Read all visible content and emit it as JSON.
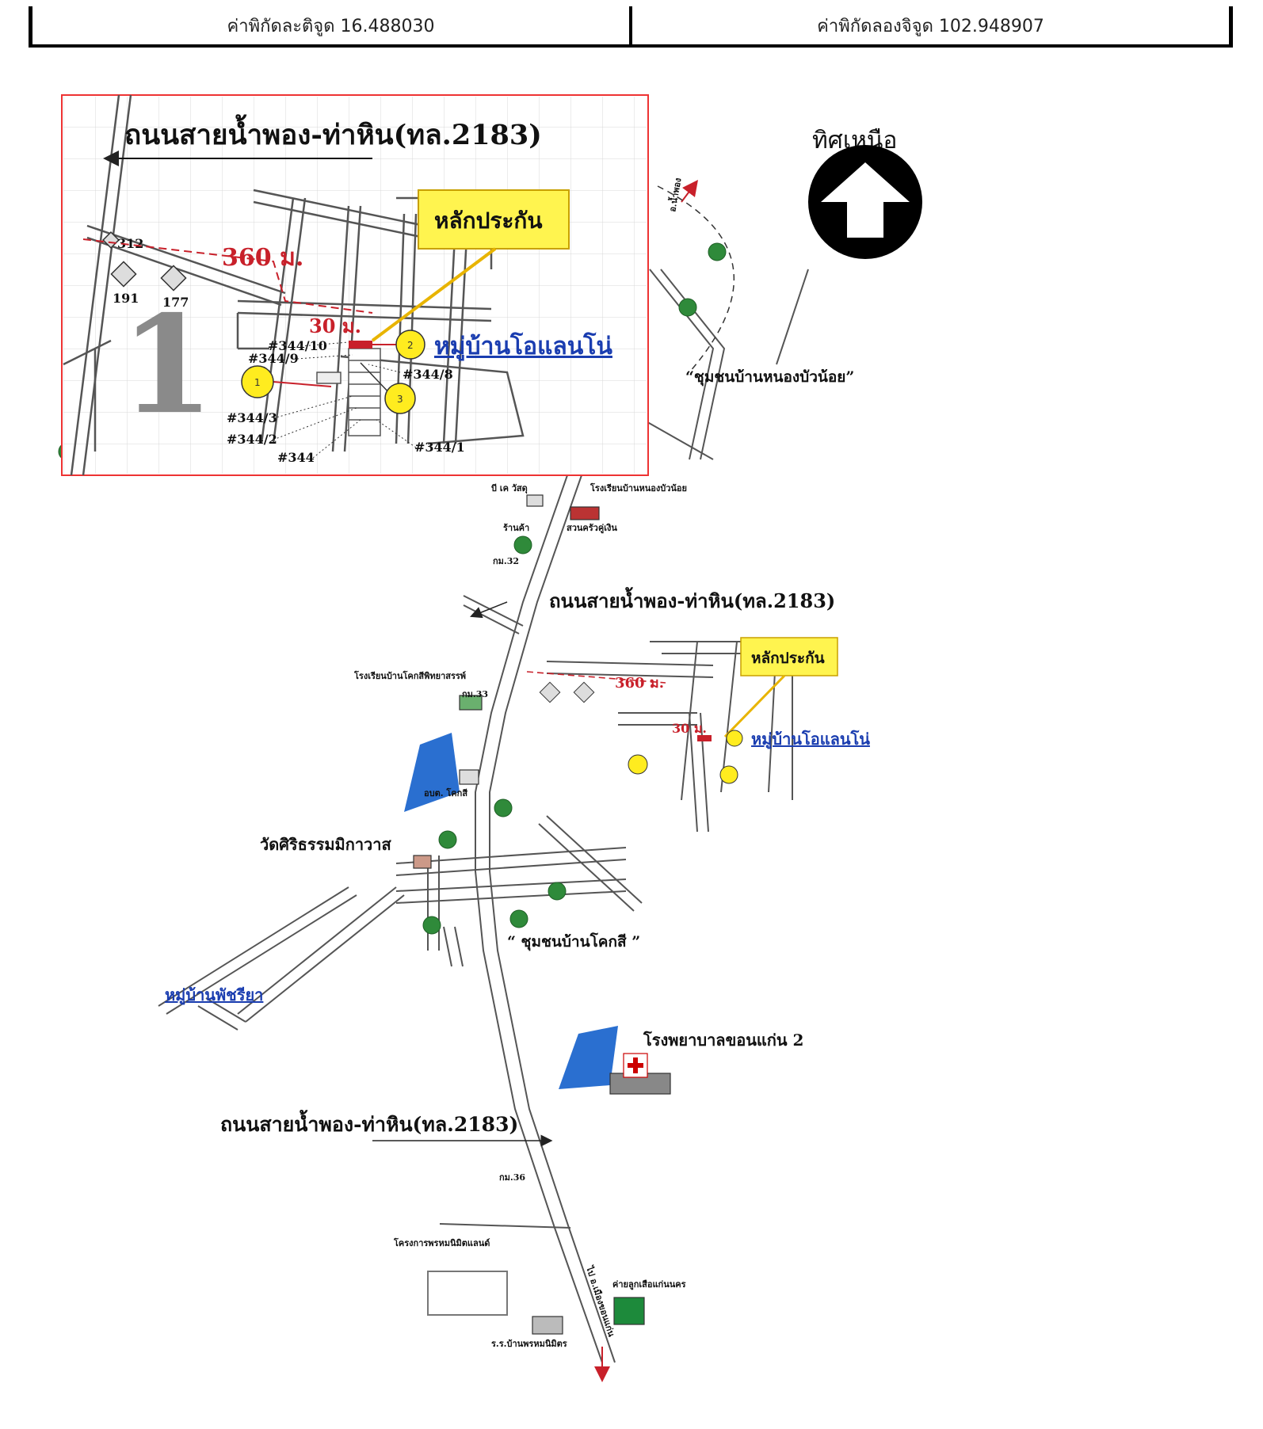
{
  "header": {
    "latitude": "ค่าพิกัดละติจูด 16.488030",
    "longitude": "ค่าพิกัดลองจิจูด 102.948907"
  },
  "north": {
    "label": "ทิศเหนือ"
  },
  "inset": {
    "road_title": "ถนนสายน้ำพอง-ท่าหิน(ทล.2183)",
    "marker_label": "หลักประกัน",
    "distance_360": "360 ม.",
    "distance_30": "30 ม.",
    "village": "หมู่บ้านโอแลนโน่",
    "big_number": "1",
    "parcels": [
      "312",
      "191",
      "177",
      "#344/10",
      "#344/9",
      "#344/8",
      "#344/3",
      "#344/2",
      "#344",
      "#344/1"
    ],
    "points": [
      "1",
      "2",
      "3"
    ]
  },
  "map": {
    "community_north": "“ชุมชนบ้านหนองบัวน้อย”",
    "bk_material": "บี เค วัสดุ",
    "school_nongbua": "โรงเรียนบ้านหนองบัวน้อย",
    "shop": "ร้านค้า",
    "garden": "สวนครัวคู่เงิน",
    "km32": "กม.32",
    "road_mid": "ถนนสายน้ำพอง-ท่าหิน(ทล.2183)",
    "school_khoksi": "โรงเรียนบ้านโคกสีพิทยาสรรพ์",
    "km33": "กม.33",
    "marker_label_2": "หลักประกัน",
    "distance_360_2": "360 ม.",
    "distance_30_2": "30 ม.",
    "village_2": "หมู่บ้านโอแลนโน่",
    "tambon_office": "อบต. โคกสี",
    "temple": "วัดศิริธรรมมิกาวาส",
    "community_khoksi": "“ ชุมชนบ้านโคกสี ”",
    "village_pachariya": "หมู่บ้านพัชรียา",
    "hospital": "โรงพยาบาลขอนแก่น 2",
    "road_bottom": "ถนนสายน้ำพอง-ท่าหิน(ทล.2183)",
    "km36": "กม.36",
    "project": "โครงการพรหมนิมิตแลนด์",
    "scout_camp": "ค่ายลูกเสือแก่นนคร",
    "school_prommanimit": "ร.ร.บ้านพรหมนิมิตร",
    "to_city": "ไป อ.เมืองขอนแก่น",
    "to_north": "อ.น้ำพอง"
  }
}
